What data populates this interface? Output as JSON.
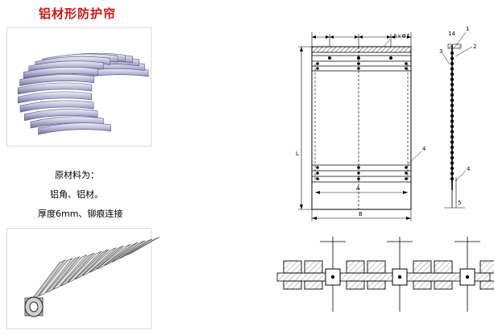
{
  "header": {
    "title": "铝材形防护帘"
  },
  "description": {
    "title": "原材料为：",
    "material": "铝角、铝材。",
    "thickness": "厚度6mm、铆痕连接"
  },
  "drawing": {
    "labels": {
      "hole_spec": "3×Φ7",
      "dim_A": "A",
      "dim_B": "B",
      "dim_L": "L",
      "callout_4": "4",
      "side_1": "1",
      "side_2": "2",
      "side_3": "3",
      "side_4": "4",
      "side_14": "14",
      "side_bottom": "5"
    }
  }
}
